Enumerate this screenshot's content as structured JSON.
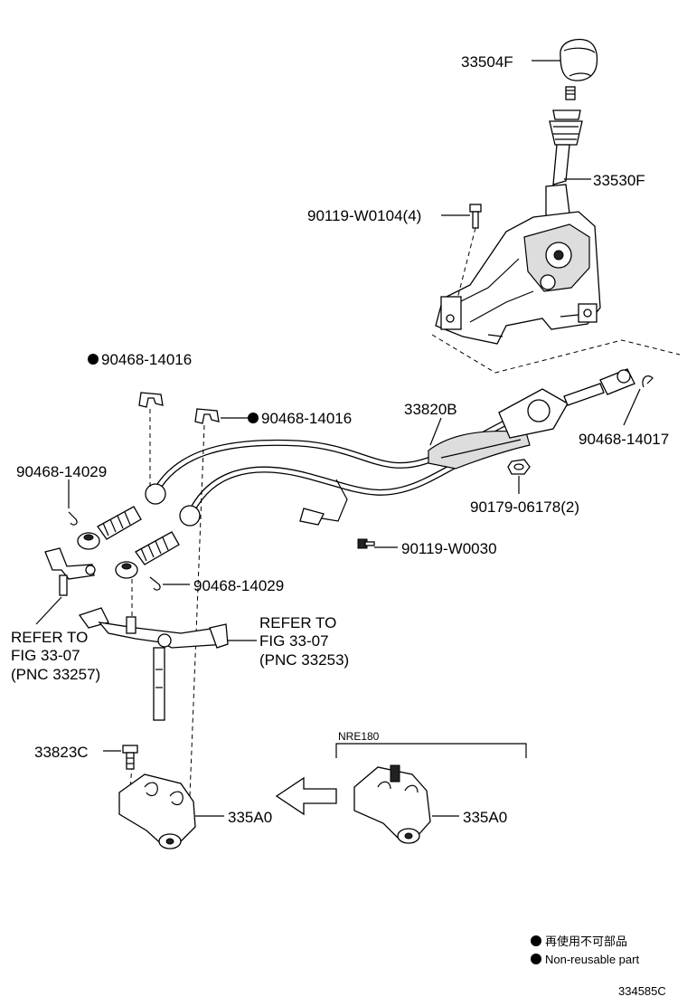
{
  "labels": {
    "knob": "33504F",
    "lever": "33530F",
    "bolt_lever": "90119-W0104(4)",
    "clip_top_left": "90468-14016",
    "clip_top_mid": "90468-14016",
    "cable_assy": "33820B",
    "clip_right": "90468-14017",
    "clip_left": "90468-14029",
    "nut": "90179-06178(2)",
    "bolt_bracket": "90119-W0030",
    "clip_low": "90468-14029",
    "refer_left_1": "REFER TO",
    "refer_left_2": "FIG 33-07",
    "refer_left_3": "(PNC 33257)",
    "refer_right_1": "REFER TO",
    "refer_right_2": "FIG 33-07",
    "refer_right_3": "(PNC 33253)",
    "bolt_bottom": "33823C",
    "bracket_left": "335A0",
    "bracket_right": "335A0",
    "variant_group": "NRE180"
  },
  "legend": {
    "text_jp": "再使用不可部品",
    "text_en": "Non-reusable part"
  },
  "figure_id": "334585C"
}
